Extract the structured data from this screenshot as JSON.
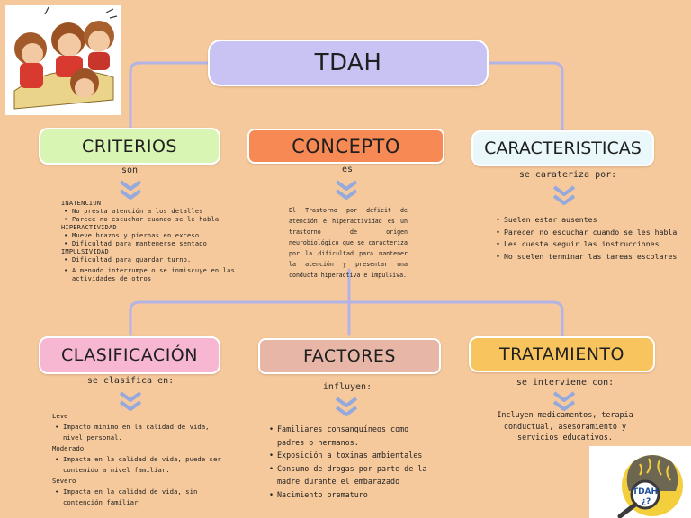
{
  "main_title": "TDAH",
  "criterios": {
    "title": "CRITERIOS",
    "connector": "son",
    "groups": [
      {
        "heading": "INATENCION",
        "items": [
          "No presta atención a los detalles",
          "Parece no escuchar cuando se le habla"
        ]
      },
      {
        "heading": "HIPERACTIVIDAD",
        "items": [
          "Mueve brazos y piernas en exceso",
          "Dificultad para mantenerse sentado"
        ]
      },
      {
        "heading": "IMPULSIVIDAD",
        "items": [
          "Dificultad para guardar turno.",
          "A menudo interrumpe o se inmiscuye en las actividades de otros"
        ]
      }
    ]
  },
  "concepto": {
    "title": "CONCEPTO",
    "connector": "es",
    "text": "El Trastorno por déficit de atención e hiperactividad es un trastorno de origen neurobiológico que se caracteriza por la dificultad para mantener la atención y presentar una conducta hiperactiva e impulsiva."
  },
  "caracteristicas": {
    "title": "CARACTERISTICAS",
    "connector": "se carateriza por:",
    "items": [
      "Suelen estar ausentes",
      "Parecen no escuchar cuando se les habla",
      "Les cuesta seguir las instrucciones",
      "No suelen terminar las tareas escolares"
    ]
  },
  "clasificacion": {
    "title": "CLASIFICACIÓN",
    "connector": "se clasifica en:",
    "groups": [
      {
        "heading": "Leve",
        "items": [
          "Impacto mínimo en la calidad de vida, nivel personal."
        ]
      },
      {
        "heading": "Moderado",
        "items": [
          "Impacta en la calidad de vida, puede ser contenido a nivel familiar."
        ]
      },
      {
        "heading": "Severo",
        "items": [
          "Impacta en la calidad de vida, sin contención familiar"
        ]
      }
    ]
  },
  "factores": {
    "title": "FACTORES",
    "connector": "influyen:",
    "items": [
      "Familiares consanguíneos como padres o hermanos.",
      "Exposición a toxinas ambientales",
      "Consumo de drogas por parte de la madre durante el embarazado",
      "Nacimiento prematuro"
    ]
  },
  "tratamiento": {
    "title": "TRATAMIENTO",
    "connector": "se interviene con:",
    "text": "Incluyen medicamentos, terapia conductual, asesoramiento y servicios educativos."
  },
  "logo": {
    "line1": "TDAH",
    "line2": "¿?"
  },
  "colors": {
    "background": "#f6c99c",
    "title_box": "#c9c3f3",
    "criterios": "#d9f5b4",
    "concepto": "#f78a54",
    "caracteristicas": "#eaf7fb",
    "clasificacion": "#f7b7d2",
    "factores": "#e7b6a6",
    "tratamiento": "#f8c45d",
    "connector_line": "#b3b3e6",
    "chevron": "#96a9dc"
  }
}
